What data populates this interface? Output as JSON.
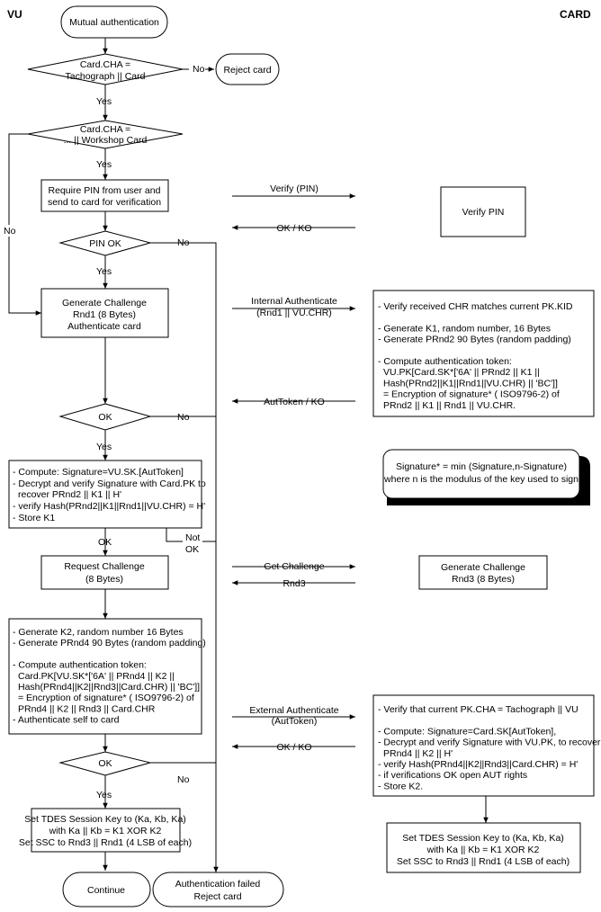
{
  "header": {
    "left": "VU",
    "right": "CARD"
  },
  "terminals": {
    "start": "Mutual authentication",
    "reject": "Reject card",
    "continue": "Continue",
    "failed": [
      "Authentication failed",
      "Reject card"
    ]
  },
  "decisions": {
    "cha_tacho": [
      "Card.CHA =",
      "Tachograph || Card"
    ],
    "cha_workshop": [
      "Card.CHA =",
      "... || Workshop Card"
    ],
    "pin_ok": "PIN OK",
    "ok1": "OK",
    "ok2": "OK"
  },
  "vu_boxes": {
    "require_pin": [
      "Require PIN from user and",
      "send to card for verification"
    ],
    "gen_challenge": [
      "Generate Challenge",
      "Rnd1 (8 Bytes)",
      "Authenticate card"
    ],
    "compute": [
      "- Compute: Signature=VU.SK.[AutToken]",
      "- Decrypt and verify Signature with Card.PK to",
      "recover PRnd2 || K1 || H'",
      "- verify Hash(PRnd2||K1||Rnd1||VU.CHR) = H'",
      "- Store K1"
    ],
    "req_challenge": [
      "Request Challenge",
      "(8 Bytes)"
    ],
    "gen_k2": [
      "- Generate K2, random number 16 Bytes",
      "- Generate PRnd4 90 Bytes (random padding)",
      "",
      "- Compute authentication token:",
      "Card.PK[VU.SK*['6A' || PRnd4 || K2 ||",
      "Hash(PRnd4||K2||Rnd3||Card.CHR) || 'BC']]",
      "= Encryption of signature* ( ISO9796-2) of",
      "PRnd4 || K2 || Rnd3 || Card.CHR",
      "- Authenticate self to card"
    ],
    "session_vu": [
      "Set TDES Session Key  to (Ka, Kb, Ka)",
      "with Ka || Kb = K1 XOR K2",
      "Set SSC to Rnd3 || Rnd1 (4 LSB of each)"
    ]
  },
  "card_boxes": {
    "verify_pin": "Verify PIN",
    "internal": [
      "- Verify received CHR matches current PK.KID",
      "",
      "- Generate K1, random number, 16 Bytes",
      "- Generate PRnd2 90 Bytes (random padding)",
      "",
      "- Compute authentication token:",
      "VU.PK[Card.SK*['6A' || PRnd2 || K1 ||",
      "Hash(PRnd2||K1||Rnd1||VU.CHR) || 'BC']]",
      "= Encryption of signature* ( ISO9796-2) of",
      "PRnd2 || K1 || Rnd1 || VU.CHR."
    ],
    "note": [
      "Signature* = min (Signature,n-Signature)",
      "where n is the modulus of the key used to sign"
    ],
    "gen_rnd3": [
      "Generate Challenge",
      "Rnd3 (8 Bytes)"
    ],
    "external": [
      "- Verify that current PK.CHA = Tachograph || VU",
      "",
      "- Compute: Signature=Card.SK[AutToken],",
      "- Decrypt and verify Signature with VU.PK, to recover",
      "PRnd4 || K2 || H'",
      "- verify Hash(PRnd4||K2||Rnd3||Card.CHR) = H'",
      "- if verifications OK open AUT rights",
      "- Store K2."
    ],
    "session_card": [
      "Set TDES Session Key  to (Ka, Kb, Ka)",
      "with Ka || Kb = K1 XOR K2",
      "Set SSC to Rnd3 || Rnd1 (4 LSB of each)"
    ]
  },
  "messages": {
    "verify_pin": "Verify (PIN)",
    "ok_ko_1": "OK / KO",
    "internal_auth": [
      "Internal Authenticate",
      "(Rnd1 || VU.CHR)"
    ],
    "auttoken_ko": "AutToken / KO",
    "get_challenge": "Get Challenge",
    "rnd3": "Rnd3",
    "external_auth": [
      "External Authenticate",
      "(AutToken)"
    ],
    "ok_ko_2": "OK / KO"
  },
  "labels": {
    "yes": "Yes",
    "no": "No",
    "ok": "OK",
    "not_ok": [
      "Not",
      "OK"
    ]
  }
}
